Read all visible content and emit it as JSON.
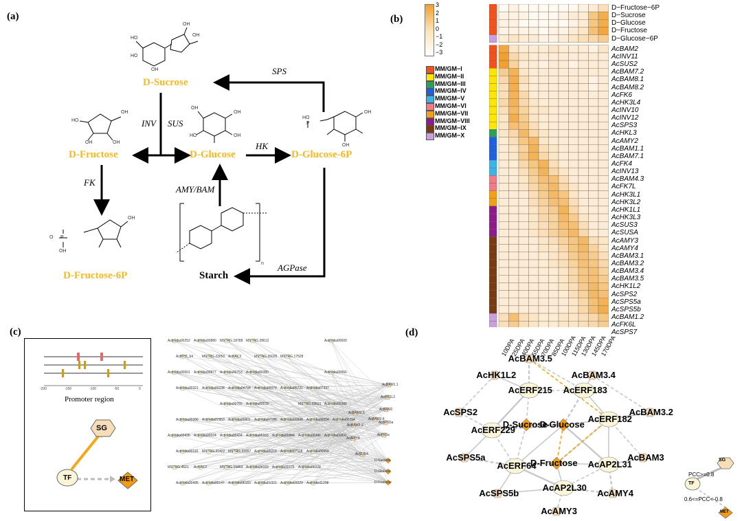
{
  "panels": {
    "a": "(a)",
    "b": "(b)",
    "c": "(c)",
    "d": "(d)"
  },
  "panel_a": {
    "metabolites": {
      "sucrose": "D-Sucrose",
      "fructose": "D-Fructose",
      "glucose": "D-Glucose",
      "glucose6p": "D-Glucose-6P",
      "fructose6p": "D-Fructose-6P",
      "starch": "Starch"
    },
    "enzymes": {
      "sps": "SPS",
      "inv": "INV",
      "sus": "SUS",
      "hk": "HK",
      "fk": "FK",
      "amy_bam": "AMY/BAM",
      "agpase": "AGPase"
    },
    "struct_labels": {
      "ho": "HO",
      "oh": "OH",
      "o": "O",
      "p": "P",
      "n": "n"
    }
  },
  "panel_b": {
    "color_scale": {
      "ticks": [
        "3",
        "2",
        "1",
        "0",
        "−1",
        "−2",
        "−3"
      ],
      "low": "#ffffff",
      "high": "#f0a030"
    },
    "clusters": [
      {
        "label": "MM/GM−I",
        "color": "#f4511e"
      },
      {
        "label": "MM/GM−II",
        "color": "#ffe600"
      },
      {
        "label": "MM/GM−III",
        "color": "#2e9e5b"
      },
      {
        "label": "MM/GM−IV",
        "color": "#1f5fe0"
      },
      {
        "label": "MM/GM−V",
        "color": "#3fb3e6"
      },
      {
        "label": "MM/GM−VI",
        "color": "#f07a86"
      },
      {
        "label": "MM/GM−VII",
        "color": "#f2a114"
      },
      {
        "label": "MM/GM−VIII",
        "color": "#8e1a8a"
      },
      {
        "label": "MM/GM−IX",
        "color": "#7a3a10"
      },
      {
        "label": "MM/GM−X",
        "color": "#c9a0dc"
      }
    ],
    "columns": [
      "10DPA",
      "25DPA",
      "40DPA",
      "55DPA",
      "70DPA",
      "85DPA",
      "100DPA",
      "115DPA",
      "130DPA",
      "145DPA",
      "170DPA"
    ],
    "metabolites": [
      {
        "name": "D−Fructose−6P",
        "cluster": 0,
        "values": [
          0.1,
          0.2,
          0.1,
          0.1,
          0.1,
          0.1,
          0.1,
          0.1,
          0.2,
          0.3,
          0.5
        ]
      },
      {
        "name": "D−Sucrose",
        "cluster": 0,
        "values": [
          0.2,
          0.2,
          0.2,
          0.1,
          0.1,
          0.1,
          0.2,
          0.3,
          0.3,
          0.9,
          1.3
        ]
      },
      {
        "name": "D−Glucose",
        "cluster": 0,
        "values": [
          0.2,
          0.2,
          0.1,
          0.1,
          0.1,
          0.1,
          0.1,
          0.2,
          0.3,
          0.9,
          1.3
        ]
      },
      {
        "name": "D−Fructose",
        "cluster": 0,
        "values": [
          0.2,
          0.2,
          0.2,
          0.2,
          0.1,
          0.2,
          0.2,
          0.3,
          0.4,
          1.0,
          1.4
        ]
      },
      {
        "name": "D−Glucose−6P",
        "cluster": 9,
        "values": [
          0.3,
          0.4,
          0.3,
          0.3,
          0.2,
          0.2,
          0.3,
          0.4,
          0.5,
          0.6,
          0.8
        ]
      }
    ],
    "genes": [
      {
        "name": "AcBAM2",
        "cluster": 0,
        "values": [
          1.4,
          0.4,
          0.3,
          0.3,
          0.3,
          0.4,
          0.3,
          0.3,
          0.3,
          0.2,
          0.4
        ]
      },
      {
        "name": "AcINV11",
        "cluster": 0,
        "values": [
          1.5,
          0.6,
          0.4,
          0.3,
          0.3,
          0.3,
          0.3,
          0.3,
          0.3,
          0.3,
          0.3
        ]
      },
      {
        "name": "AcSUS2",
        "cluster": 0,
        "values": [
          1.5,
          0.7,
          0.3,
          0.3,
          0.2,
          0.3,
          0.3,
          0.2,
          0.3,
          0.3,
          0.3
        ]
      },
      {
        "name": "AcBAM7.2",
        "cluster": 1,
        "values": [
          0.8,
          1.2,
          0.4,
          0.3,
          0.3,
          0.3,
          0.3,
          0.3,
          0.3,
          0.3,
          0.3
        ]
      },
      {
        "name": "AcBAM8.1",
        "cluster": 1,
        "values": [
          0.6,
          1.3,
          0.5,
          0.3,
          0.3,
          0.3,
          0.3,
          0.3,
          0.3,
          0.2,
          0.3
        ]
      },
      {
        "name": "AcBAM8.2",
        "cluster": 1,
        "values": [
          0.5,
          1.3,
          0.4,
          0.3,
          0.3,
          0.3,
          0.3,
          0.3,
          0.3,
          0.2,
          0.3
        ]
      },
      {
        "name": "AcFK6",
        "cluster": 1,
        "values": [
          0.5,
          1.2,
          0.6,
          0.3,
          0.3,
          0.3,
          0.3,
          0.3,
          0.3,
          0.3,
          0.3
        ]
      },
      {
        "name": "AcHK3L4",
        "cluster": 1,
        "values": [
          0.6,
          1.2,
          0.6,
          0.4,
          0.3,
          0.3,
          0.3,
          0.3,
          0.3,
          0.3,
          0.3
        ]
      },
      {
        "name": "AcINV10",
        "cluster": 1,
        "values": [
          0.5,
          1.1,
          0.7,
          0.4,
          0.4,
          0.3,
          0.3,
          0.3,
          0.3,
          0.3,
          0.3
        ]
      },
      {
        "name": "AcINV12",
        "cluster": 1,
        "values": [
          0.4,
          1.3,
          0.8,
          0.4,
          0.3,
          0.3,
          0.3,
          0.3,
          0.3,
          0.3,
          0.3
        ]
      },
      {
        "name": "AcSPS3",
        "cluster": 1,
        "values": [
          0.4,
          1.0,
          0.9,
          0.5,
          0.3,
          0.3,
          0.3,
          0.3,
          0.3,
          0.3,
          0.3
        ]
      },
      {
        "name": "AcHKL3",
        "cluster": 2,
        "values": [
          0.4,
          0.6,
          1.1,
          0.6,
          0.4,
          0.3,
          0.3,
          0.3,
          0.3,
          0.3,
          0.3
        ]
      },
      {
        "name": "AcAMY2",
        "cluster": 3,
        "values": [
          0.3,
          0.5,
          0.9,
          1.1,
          0.4,
          0.3,
          0.3,
          0.3,
          0.3,
          0.3,
          0.3
        ]
      },
      {
        "name": "AcBAM1.1",
        "cluster": 3,
        "values": [
          0.3,
          0.4,
          0.7,
          1.2,
          0.5,
          0.4,
          0.3,
          0.3,
          0.3,
          0.3,
          0.3
        ]
      },
      {
        "name": "AcBAM7.1",
        "cluster": 3,
        "values": [
          0.3,
          0.4,
          0.8,
          1.2,
          0.6,
          0.4,
          0.3,
          0.3,
          0.3,
          0.3,
          0.3
        ]
      },
      {
        "name": "AcFK4",
        "cluster": 4,
        "values": [
          0.3,
          0.3,
          0.6,
          0.9,
          1.2,
          0.5,
          0.3,
          0.3,
          0.3,
          0.3,
          0.3
        ]
      },
      {
        "name": "AcINV13",
        "cluster": 4,
        "values": [
          0.3,
          0.3,
          0.5,
          0.8,
          1.2,
          0.6,
          0.4,
          0.3,
          0.3,
          0.3,
          0.3
        ]
      },
      {
        "name": "AcBAM4.3",
        "cluster": 5,
        "values": [
          0.3,
          0.3,
          0.4,
          0.7,
          1.0,
          1.0,
          0.5,
          0.3,
          0.3,
          0.3,
          0.3
        ]
      },
      {
        "name": "AcFK7L",
        "cluster": 5,
        "values": [
          0.3,
          0.3,
          0.4,
          0.6,
          0.9,
          1.1,
          0.6,
          0.4,
          0.3,
          0.3,
          0.3
        ]
      },
      {
        "name": "AcHK3L1",
        "cluster": 6,
        "values": [
          0.3,
          0.3,
          0.3,
          0.5,
          0.8,
          1.1,
          0.9,
          0.4,
          0.3,
          0.3,
          0.3
        ]
      },
      {
        "name": "AcHK3L2",
        "cluster": 6,
        "values": [
          0.3,
          0.3,
          0.3,
          0.5,
          0.7,
          1.0,
          1.0,
          0.5,
          0.3,
          0.3,
          0.3
        ]
      },
      {
        "name": "AcHK1L1",
        "cluster": 7,
        "values": [
          0.3,
          0.3,
          0.3,
          0.4,
          0.6,
          0.8,
          1.2,
          0.6,
          0.3,
          0.3,
          0.3
        ]
      },
      {
        "name": "AcHK3L3",
        "cluster": 7,
        "values": [
          0.3,
          0.3,
          0.3,
          0.4,
          0.6,
          0.7,
          1.1,
          0.8,
          0.4,
          0.3,
          0.3
        ]
      },
      {
        "name": "AcSUS3",
        "cluster": 7,
        "values": [
          0.3,
          0.3,
          0.3,
          0.4,
          0.5,
          0.7,
          1.0,
          1.0,
          0.5,
          0.3,
          0.3
        ]
      },
      {
        "name": "AcSUSA",
        "cluster": 7,
        "values": [
          0.3,
          0.3,
          0.3,
          0.4,
          0.5,
          0.7,
          0.9,
          1.1,
          0.6,
          0.3,
          0.3
        ]
      },
      {
        "name": "AcAMY3",
        "cluster": 8,
        "values": [
          0.3,
          0.3,
          0.3,
          0.3,
          0.4,
          0.5,
          0.7,
          0.9,
          1.1,
          0.5,
          0.4
        ]
      },
      {
        "name": "AcAMY4",
        "cluster": 8,
        "values": [
          0.3,
          0.3,
          0.3,
          0.3,
          0.4,
          0.4,
          0.6,
          0.9,
          1.1,
          0.7,
          0.4
        ]
      },
      {
        "name": "AcBAM3.1",
        "cluster": 8,
        "values": [
          0.3,
          0.3,
          0.3,
          0.3,
          0.3,
          0.4,
          0.5,
          0.8,
          1.0,
          0.8,
          0.5
        ]
      },
      {
        "name": "AcBAM3.2",
        "cluster": 8,
        "values": [
          0.3,
          0.3,
          0.3,
          0.3,
          0.3,
          0.4,
          0.5,
          0.7,
          1.0,
          0.9,
          0.6
        ]
      },
      {
        "name": "AcBAM3.4",
        "cluster": 8,
        "values": [
          0.3,
          0.3,
          0.3,
          0.3,
          0.3,
          0.3,
          0.4,
          0.6,
          0.9,
          1.0,
          0.7
        ]
      },
      {
        "name": "AcBAM3.5",
        "cluster": 8,
        "values": [
          0.3,
          0.3,
          0.3,
          0.3,
          0.3,
          0.3,
          0.4,
          0.6,
          0.9,
          1.0,
          0.8
        ]
      },
      {
        "name": "AcHK1L2",
        "cluster": 8,
        "values": [
          0.3,
          0.3,
          0.3,
          0.3,
          0.3,
          0.3,
          0.4,
          0.5,
          0.8,
          1.1,
          0.9
        ]
      },
      {
        "name": "AcSPS2",
        "cluster": 8,
        "values": [
          0.3,
          0.3,
          0.3,
          0.3,
          0.3,
          0.3,
          0.3,
          0.5,
          0.7,
          1.1,
          1.0
        ]
      },
      {
        "name": "AcSPS5a",
        "cluster": 8,
        "values": [
          0.3,
          0.3,
          0.3,
          0.3,
          0.3,
          0.3,
          0.3,
          0.4,
          0.6,
          1.0,
          1.2
        ]
      },
      {
        "name": "AcSPS5b",
        "cluster": 8,
        "values": [
          0.3,
          0.3,
          0.3,
          0.3,
          0.3,
          0.3,
          0.3,
          0.4,
          0.6,
          1.0,
          1.3
        ]
      },
      {
        "name": "AcBAM1.2",
        "cluster": 9,
        "values": [
          0.5,
          1.0,
          0.5,
          0.4,
          0.3,
          0.3,
          0.4,
          0.4,
          0.5,
          0.6,
          0.9
        ]
      },
      {
        "name": "AcFK6L",
        "cluster": 9,
        "values": [
          0.5,
          0.8,
          0.5,
          0.4,
          0.3,
          0.3,
          0.4,
          0.4,
          0.5,
          0.6,
          0.8
        ]
      },
      {
        "name": "AcSPS7",
        "cluster": 9,
        "values": [
          0.4,
          0.7,
          0.5,
          0.4,
          0.3,
          0.3,
          0.4,
          0.4,
          0.5,
          0.7,
          1.0
        ]
      }
    ]
  },
  "panel_c": {
    "promoter_label": "Promoter region",
    "axis_ticks": [
      "-200",
      "-150",
      "-100",
      "-50",
      "0"
    ],
    "legend": {
      "sg": "SG",
      "tf": "TF",
      "met": "MET"
    },
    "network_labels": [
      "Actinidia00252",
      "Actinidia00880",
      "MSTRG.18788",
      "MSTRG.28612",
      "AcBAM2",
      "AcBAM3.2",
      "Actinidia00609",
      "AcMYB_64",
      "MSTRG.23050",
      "AcNAC3",
      "MSTRG.26035",
      "MSTRG.17528",
      "AcBAM3.4",
      "AcFK6a",
      "Actinidia00601",
      "Actinidia00877",
      "Actinidia00753",
      "Actinidia00380",
      "AcHK1L2",
      "AcBAM3.5",
      "Actinidia00666",
      "Actinidia00321",
      "Actinidia00238",
      "Actinidia04794",
      "Actinidia00074",
      "Actinidia00731",
      "Actinidia07337",
      "AcSPS5a",
      "AcAMY4",
      "AcSUS4",
      "Actinidia00755",
      "Actinidia00633",
      "AcBAM1.1",
      "MSTRG.23521",
      "Actinidia00388",
      "Actinidia00286",
      "Actinidia07953",
      "Actinidia00801",
      "Actinidia07188",
      "Actinidia00898",
      "Actinidia00204",
      "Actinidia00294",
      "Actinidia00436",
      "Actinidia00524",
      "Actinidia00434",
      "Actinidia00163",
      "Actinidia00884",
      "Actinidia00386",
      "Actinidia00831",
      "Actinidia00116",
      "MSTRG.31422",
      "MSTRG.33397",
      "Actinidia00215",
      "Actinidia07118",
      "Actinidia00658",
      "D-Sucrose",
      "MSTRG.4521",
      "AcNAC2",
      "MSTRG.19469",
      "Actinidia04159",
      "Actinidia11675",
      "Actinidia00228",
      "D-Glucose",
      "Actinidia00495",
      "Actinidia00147",
      "Actinidia06183",
      "Actinidia01321",
      "Actinidia03229",
      "Actinidia11298",
      "D-Fructose"
    ]
  },
  "panel_d": {
    "nodes": {
      "bam35": "AcBAM3.5",
      "hk1l2": "AcHK1L2",
      "bam34": "AcBAM3.4",
      "erf215": "AcERF215",
      "erf183": "AcERF183",
      "sps2": "AcSPS2",
      "bam32": "AcBAM3.2",
      "sucrose": "D-Sucrose",
      "glucose": "D-Glucose",
      "erf182": "AcERF182",
      "erf229": "AcERF229",
      "sps5a": "AcSPS5a",
      "fructose": "D-Fructose",
      "bam3": "AcBAM3",
      "erf64": "AcERF64",
      "ap2l31": "AcAP2L31",
      "ap2l30": "AcAP2L30",
      "sps5b": "AcSPS5b",
      "amy4": "AcAMY4",
      "amy3": "AcAMY3"
    },
    "legend": {
      "sg": "SG",
      "tf": "TF",
      "met": "MET",
      "pcc1": "PCC>=0.8",
      "pcc2": "0.6<=PCC<-0.8"
    }
  }
}
